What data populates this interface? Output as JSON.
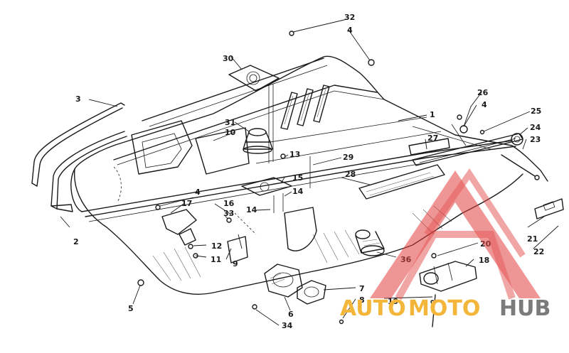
{
  "callouts": [
    {
      "id": "c32",
      "label": "32"
    },
    {
      "id": "c4a",
      "label": "4"
    },
    {
      "id": "c30",
      "label": "30"
    },
    {
      "id": "c3",
      "label": "3"
    },
    {
      "id": "c26",
      "label": "26"
    },
    {
      "id": "c4b",
      "label": "4"
    },
    {
      "id": "c25",
      "label": "25"
    },
    {
      "id": "c1",
      "label": "1"
    },
    {
      "id": "c31",
      "label": "31"
    },
    {
      "id": "c10",
      "label": "10"
    },
    {
      "id": "c24",
      "label": "24"
    },
    {
      "id": "c27",
      "label": "27"
    },
    {
      "id": "c23",
      "label": "23"
    },
    {
      "id": "c13",
      "label": "13"
    },
    {
      "id": "c29",
      "label": "29"
    },
    {
      "id": "c28",
      "label": "28"
    },
    {
      "id": "c15",
      "label": "15"
    },
    {
      "id": "c4c",
      "label": "4"
    },
    {
      "id": "c14a",
      "label": "14"
    },
    {
      "id": "c17",
      "label": "17"
    },
    {
      "id": "c16",
      "label": "16"
    },
    {
      "id": "c14b",
      "label": "14"
    },
    {
      "id": "c33",
      "label": "33"
    },
    {
      "id": "c2",
      "label": "2"
    },
    {
      "id": "c21",
      "label": "21"
    },
    {
      "id": "c12",
      "label": "12"
    },
    {
      "id": "c20",
      "label": "20"
    },
    {
      "id": "c22",
      "label": "22"
    },
    {
      "id": "c11",
      "label": "11"
    },
    {
      "id": "c9",
      "label": "9"
    },
    {
      "id": "c36",
      "label": "36"
    },
    {
      "id": "c18",
      "label": "18"
    },
    {
      "id": "c5",
      "label": "5"
    },
    {
      "id": "c7",
      "label": "7"
    },
    {
      "id": "c8",
      "label": "8"
    },
    {
      "id": "c19",
      "label": "19"
    },
    {
      "id": "c6",
      "label": "6"
    },
    {
      "id": "c34",
      "label": "34"
    }
  ],
  "watermark": {
    "part1": "AUTO",
    "part2": "MOTO",
    "part3": "HUB",
    "color_red": "#e0403f",
    "color_gold": "#f3b63a",
    "color_gray": "#7b7b7b"
  }
}
